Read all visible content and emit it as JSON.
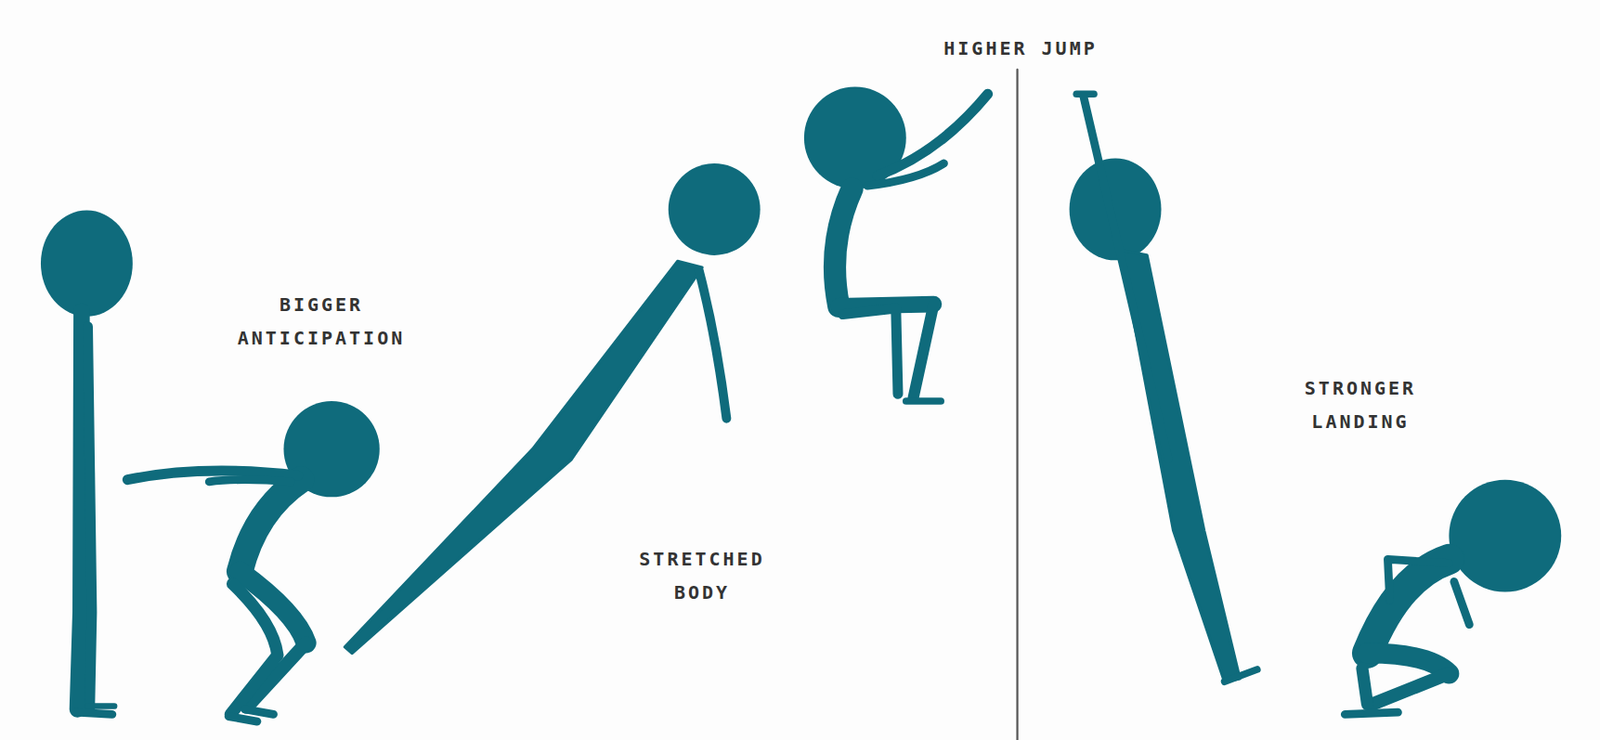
{
  "diagram": {
    "labels": [
      "HIGHER JUMP",
      "BIGGER ANTICIPATION",
      "STRETCHED BODY",
      "STRONGER LANDING"
    ]
  }
}
